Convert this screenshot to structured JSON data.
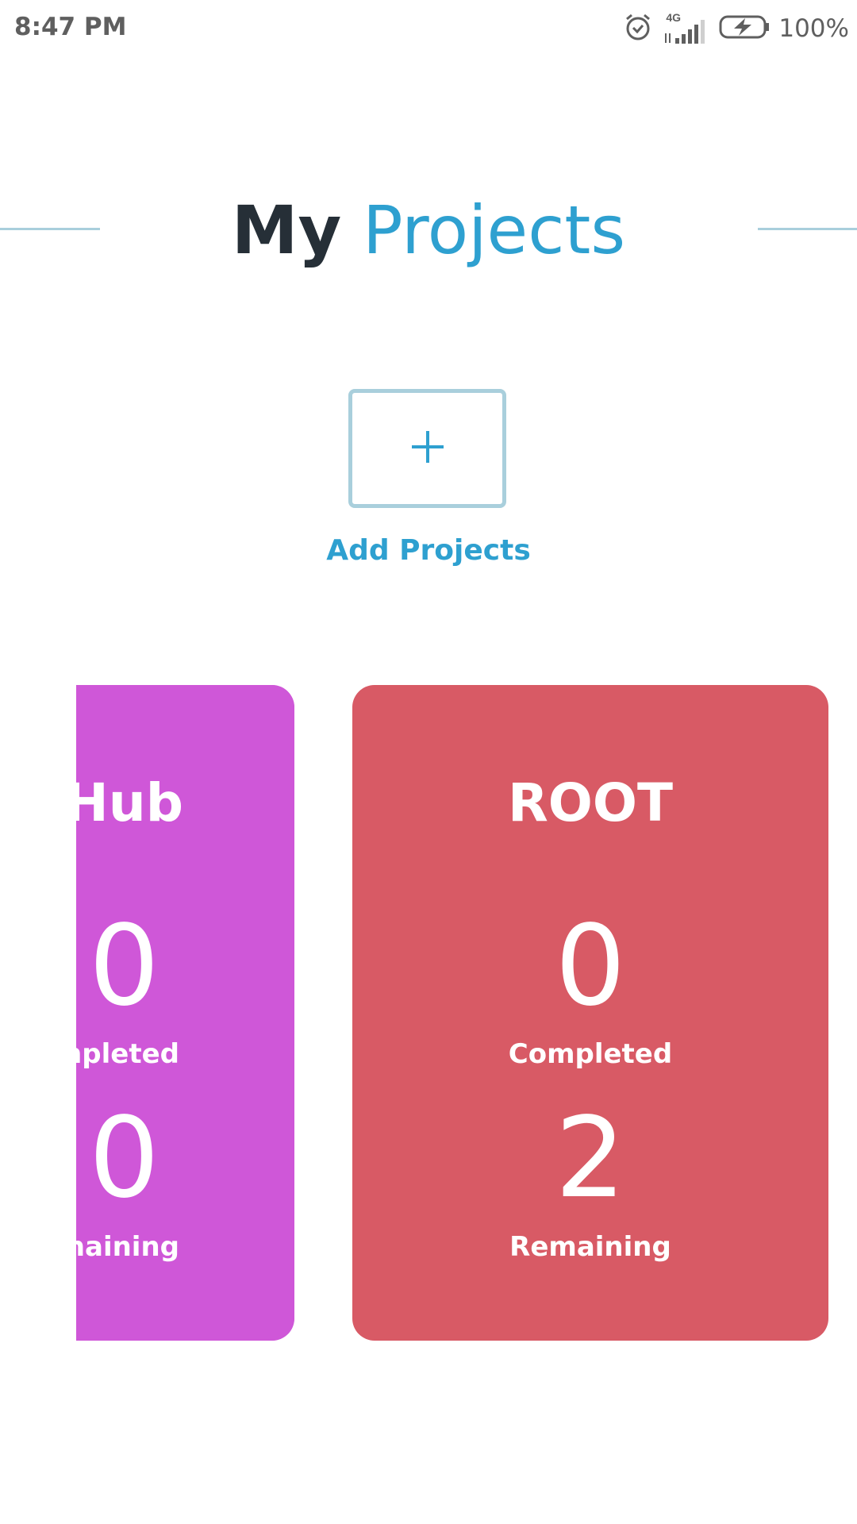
{
  "status_bar": {
    "time": "8:47 PM",
    "network": "4G",
    "battery": "100%",
    "icons": [
      "alarm-icon",
      "signal-icon",
      "battery-charging-icon"
    ]
  },
  "header": {
    "title_part1": "My",
    "title_part2": "Projects"
  },
  "add_project": {
    "label": "Add Projects",
    "icon": "plus-icon"
  },
  "projects": [
    {
      "name": "eHub",
      "completed_count": "0",
      "completed_label": "Completed",
      "remaining_count": "0",
      "remaining_label": "Remaining",
      "color": "#cf57d8"
    },
    {
      "name": "ROOT",
      "completed_count": "0",
      "completed_label": "Completed",
      "remaining_count": "2",
      "remaining_label": "Remaining",
      "color": "#d85a65"
    }
  ],
  "colors": {
    "accent": "#2ea0d0",
    "title_dark": "#262f37",
    "divider": "#a9cfdc",
    "status_text": "#5f5f5f"
  }
}
